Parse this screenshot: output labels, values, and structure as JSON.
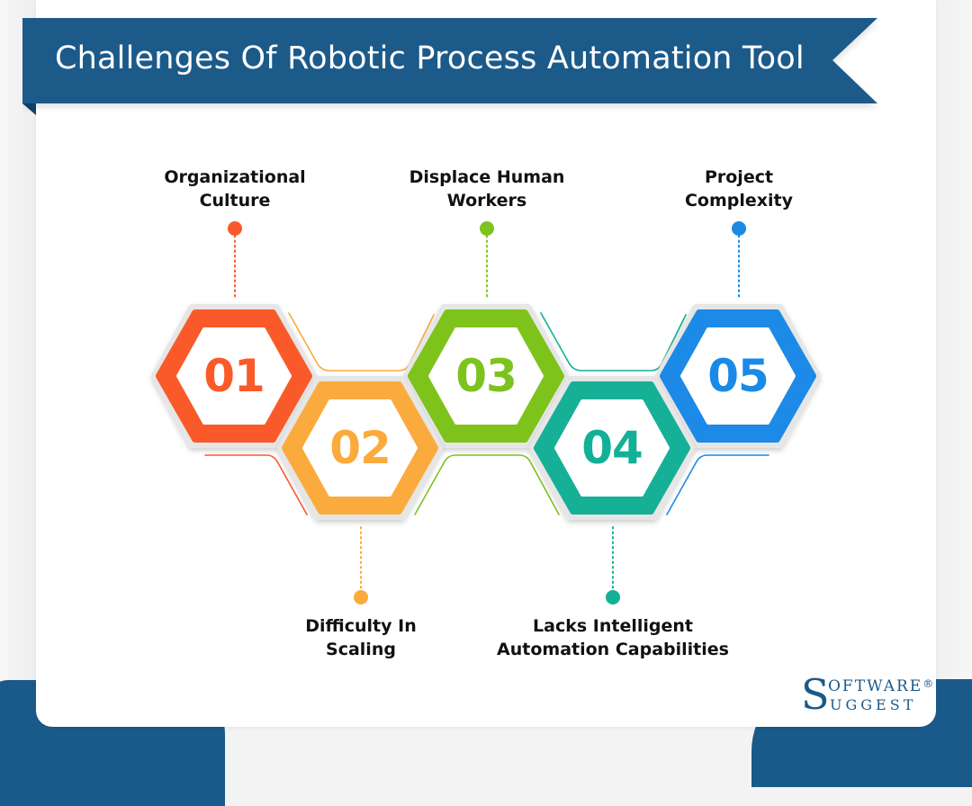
{
  "header": {
    "title": "Challenges Of Robotic Process Automation Tool"
  },
  "colors": {
    "brand_blue": "#1a5a8a",
    "step_01": "#fa5a2a",
    "step_02": "#fbab3c",
    "step_03": "#7dc31d",
    "step_04": "#12b097",
    "step_05": "#1a8ae6"
  },
  "steps": [
    {
      "number": "01",
      "label_line1": "Organizational",
      "label_line2": "Culture",
      "position": "top"
    },
    {
      "number": "02",
      "label_line1": "Difficulty In",
      "label_line2": "Scaling",
      "position": "bottom"
    },
    {
      "number": "03",
      "label_line1": "Displace Human",
      "label_line2": "Workers",
      "position": "top"
    },
    {
      "number": "04",
      "label_line1": "Lacks Intelligent",
      "label_line2": "Automation Capabilities",
      "position": "bottom"
    },
    {
      "number": "05",
      "label_line1": "Project",
      "label_line2": "Complexity",
      "position": "top"
    }
  ],
  "logo": {
    "initial": "S",
    "line1": "OFTWARE",
    "line2": "UGGEST",
    "registered": "®"
  }
}
